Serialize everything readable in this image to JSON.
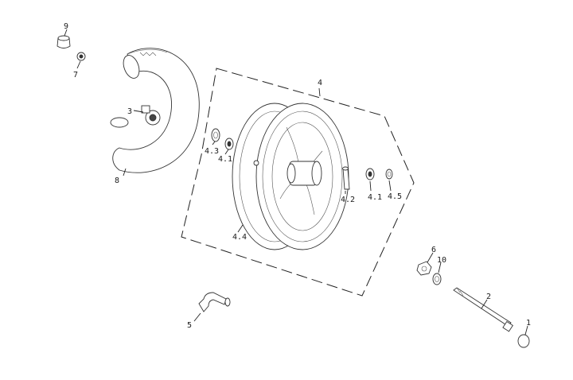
{
  "callouts": {
    "c1": "1",
    "c2": "2",
    "c3": "3",
    "c4": "4",
    "c4_1a": "4.1",
    "c4_1b": "4.1",
    "c4_2": "4.2",
    "c4_3": "4.3",
    "c4_4": "4.4",
    "c4_5": "4.5",
    "c5": "5",
    "c6": "6",
    "c7": "7",
    "c8": "8",
    "c9": "9",
    "c10": "10"
  }
}
